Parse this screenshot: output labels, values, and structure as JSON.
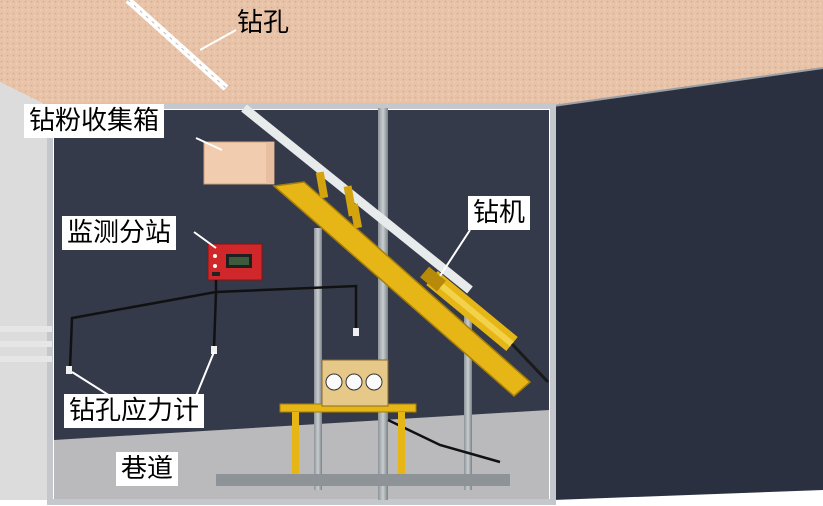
{
  "labels": {
    "borehole": "钻孔",
    "dust_box": "钻粉收集箱",
    "monitoring_substation": "监测分站",
    "drilling_rig": "钻机",
    "stress_meter": "钻孔应力计",
    "roadway": "巷道"
  },
  "colors": {
    "rock": "#e9c3a8",
    "tunnel_wall": "#2c3140",
    "tunnel_frame": "#c4c8cc",
    "rig": "#e6b617",
    "station": "#d0282a",
    "gauge_box": "#e6c888",
    "dust_box": "#f2ccae"
  }
}
